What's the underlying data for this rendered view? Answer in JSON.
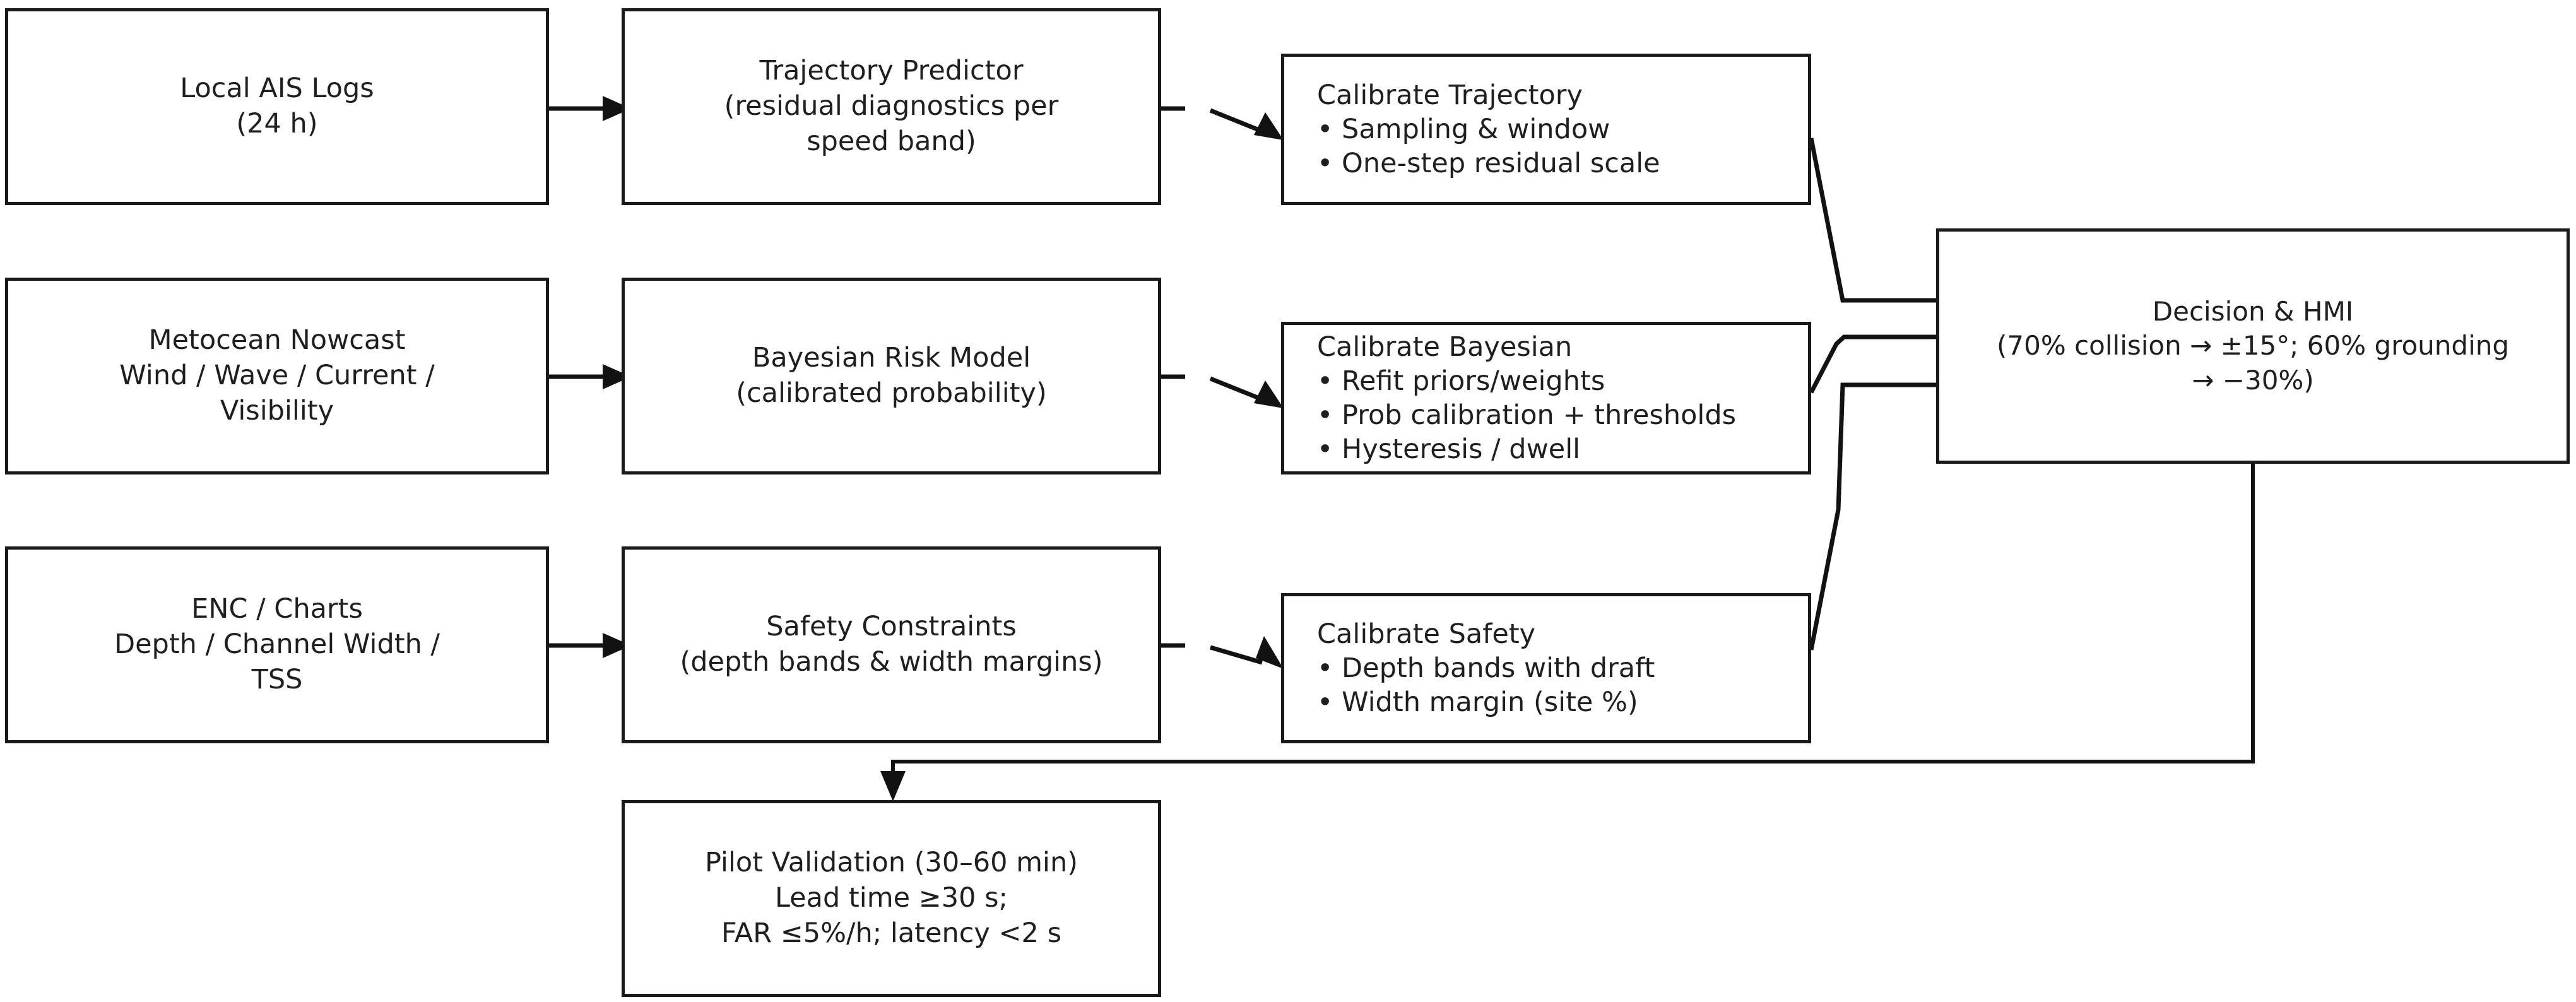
{
  "diagram": {
    "title": "Maritime decision-support calibration and validation flow",
    "background_color": "#ffffff",
    "line_color": "#121212",
    "text_color": "#1f1f1f"
  },
  "nodes": {
    "local_ais_logs": {
      "label": "Local AIS Logs\n(24 h)"
    },
    "trajectory_predictor": {
      "label": "Trajectory Predictor\n(residual diagnostics per\nspeed band)"
    },
    "calibrate_trajectory": {
      "label": "Calibrate Trajectory\n• Sampling & window\n• One-step residual scale"
    },
    "metocean_nowcast": {
      "label": "Metocean Nowcast\nWind / Wave / Current /\nVisibility"
    },
    "bayesian_risk_model": {
      "label": "Bayesian Risk Model\n(calibrated probability)"
    },
    "calibrate_bayesian": {
      "label": "Calibrate Bayesian\n• Refit priors/weights\n• Prob calibration + thresholds\n• Hysteresis / dwell"
    },
    "enc_charts": {
      "label": "ENC / Charts\nDepth / Channel Width /\nTSS"
    },
    "safety_constraints": {
      "label": "Safety Constraints\n(depth bands & width margins)"
    },
    "calibrate_safety": {
      "label": "Calibrate Safety\n• Depth bands with draft\n• Width margin (site %)"
    },
    "decision_hmi": {
      "label": "Decision & HMI\n(70% collision → ±15°; 60% grounding\n→ −30%)"
    },
    "pilot_validation": {
      "label": "Pilot Validation (30–60 min)\nLead time ≥30 s;\nFAR ≤5%/h; latency <2 s"
    }
  },
  "edges": [
    {
      "name": "ais-to-trajectory",
      "from": "local_ais_logs",
      "to": "trajectory_predictor",
      "style": "solid"
    },
    {
      "name": "trajectory-to-calibrate-trajectory",
      "from": "trajectory_predictor",
      "to": "calibrate_trajectory",
      "style": "dashed"
    },
    {
      "name": "metocean-to-bayesian",
      "from": "metocean_nowcast",
      "to": "bayesian_risk_model",
      "style": "solid"
    },
    {
      "name": "bayesian-to-calibrate-bayesian",
      "from": "bayesian_risk_model",
      "to": "calibrate_bayesian",
      "style": "dashed"
    },
    {
      "name": "enc-to-safety",
      "from": "enc_charts",
      "to": "safety_constraints",
      "style": "solid"
    },
    {
      "name": "safety-to-calibrate-safety",
      "from": "safety_constraints",
      "to": "calibrate_safety",
      "style": "dashed"
    },
    {
      "name": "calibrate-trajectory-to-decision",
      "from": "calibrate_trajectory",
      "to": "decision_hmi",
      "style": "solid"
    },
    {
      "name": "calibrate-bayesian-to-decision",
      "from": "calibrate_bayesian",
      "to": "decision_hmi",
      "style": "solid"
    },
    {
      "name": "calibrate-safety-to-decision",
      "from": "calibrate_safety",
      "to": "decision_hmi",
      "style": "solid"
    },
    {
      "name": "decision-to-pilot-validation",
      "from": "decision_hmi",
      "to": "pilot_validation",
      "style": "solid"
    }
  ]
}
